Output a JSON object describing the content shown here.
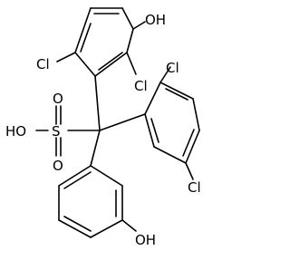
{
  "molecule": {
    "atoms": {
      "hydroxyl_top": "OH",
      "chloro_left": "Cl",
      "chloro_top": "Cl",
      "chloro_right_top": "Cl",
      "chloro_right_bottom": "Cl",
      "sulfonic_oh": "HO",
      "sulfur": "S",
      "oxygen_top": "O",
      "oxygen_bottom": "O",
      "hydroxyl_bottom": "OH"
    }
  }
}
